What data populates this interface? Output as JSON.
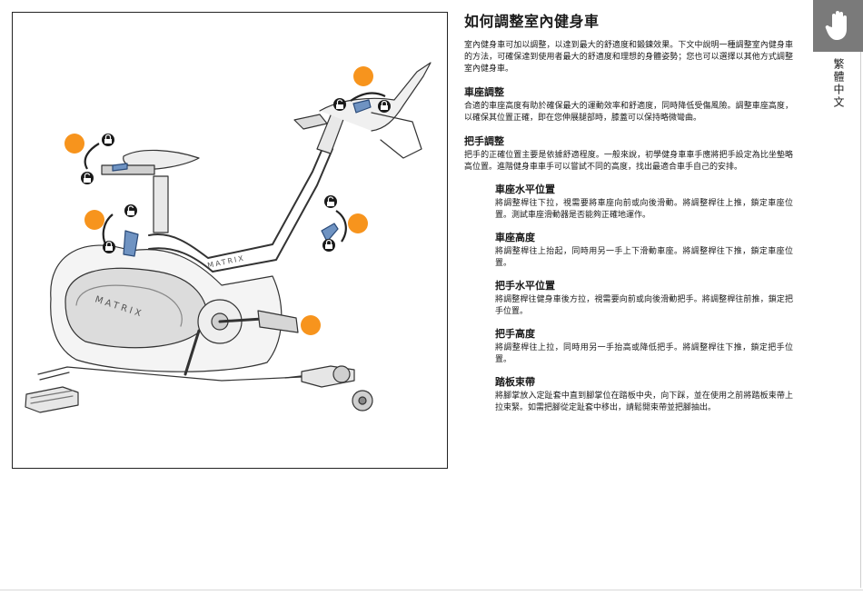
{
  "figure": {
    "brand_frame": "MATRIX",
    "brand_shroud": "MATRIX",
    "callout_color": "#f7941d",
    "lever_color": "#6f93c2"
  },
  "content": {
    "title": "如何調整室內健身車",
    "intro": "室內健身車可加以調整，以達到最大的舒適度和鍛鍊效果。下文中說明一種調整室內健身車的方法，可確保達到使用者最大的舒適度和理想的身體姿勢；您也可以選擇以其他方式調整室內健身車。",
    "seat_heading": "車座調整",
    "seat_text": "合適的車座高度有助於確保最大的運動效率和舒適度，同時降低受傷風險。調整車座高度，以確保其位置正確，即在您伸展腿部時，膝蓋可以保持略微彎曲。",
    "handlebar_heading": "把手調整",
    "handlebar_text": "把手的正確位置主要是依據舒適程度。一般來說，初學健身車車手應將把手設定為比坐墊略高位置。進階健身車車手可以嘗試不同的高度，找出最適合車手自己的安排。",
    "subsections": [
      {
        "heading": "車座水平位置",
        "text": "將調整桿往下拉，視需要將車座向前或向後滑動。將調整桿往上推，鎖定車座位置。測試車座滑動器是否能夠正確地運作。"
      },
      {
        "heading": "車座高度",
        "text": "將調整桿往上抬起，同時用另一手上下滑動車座。將調整桿往下推，鎖定車座位置。"
      },
      {
        "heading": "把手水平位置",
        "text": "將調整桿往健身車後方拉，視需要向前或向後滑動把手。將調整桿往前推，鎖定把手位置。"
      },
      {
        "heading": "把手高度",
        "text": "將調整桿往上拉，同時用另一手抬高或降低把手。將調整桿往下推，鎖定把手位置。"
      },
      {
        "heading": "踏板束帶",
        "text": "將腳掌放入定趾套中直到腳掌位在踏板中央，向下踩，並在使用之前將踏板束帶上拉束緊。如需把腳從定趾套中移出，請鬆開束帶並把腳抽出。"
      }
    ]
  },
  "sidebar": {
    "language": "繁體中文",
    "tab_color": "#7a7a7a",
    "tab_icon": "hand-stop-icon"
  }
}
